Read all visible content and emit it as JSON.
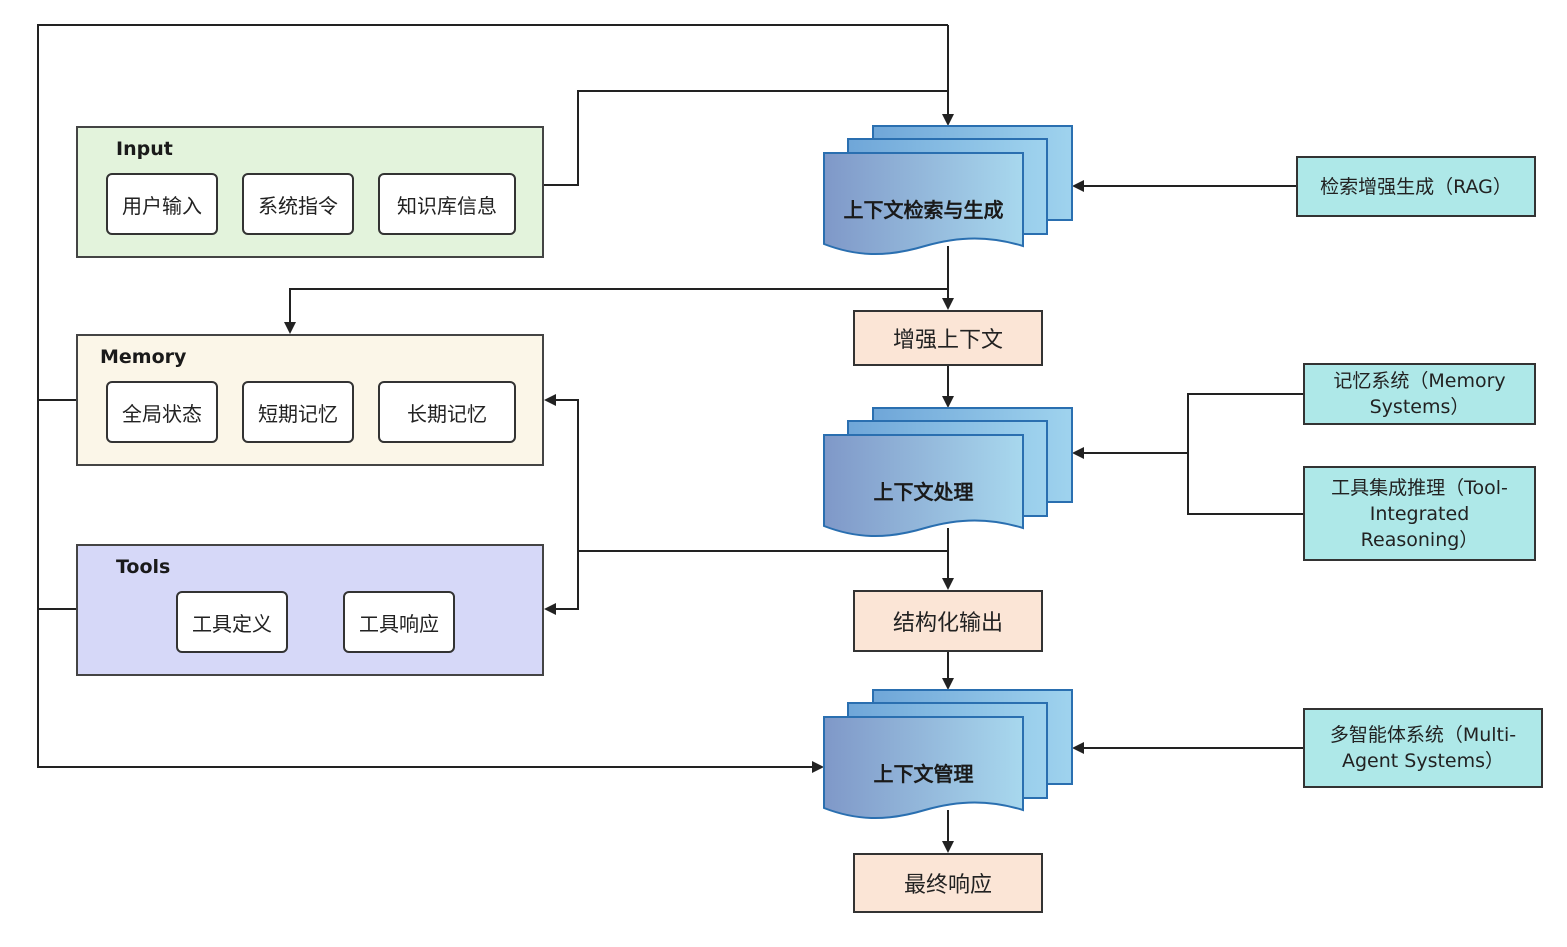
{
  "colors": {
    "input_bg": "#e3f3dc",
    "memory_bg": "#fbf6e8",
    "tools_bg": "#d6d8f8",
    "step_bg": "#fbe5d6",
    "side_bg": "#aee8e8",
    "doc_gradient_start": "#7f98c8",
    "doc_gradient_end": "#a8d8ee",
    "line": "#222222"
  },
  "groups": {
    "input": {
      "title": "Input",
      "items": [
        "用户输入",
        "系统指令",
        "知识库信息"
      ]
    },
    "memory": {
      "title": "Memory",
      "items": [
        "全局状态",
        "短期记忆",
        "长期记忆"
      ]
    },
    "tools": {
      "title": "Tools",
      "items": [
        "工具定义",
        "工具响应"
      ]
    }
  },
  "documents": {
    "retrieval": "上下文检索与生成",
    "processing": "上下文处理",
    "management": "上下文管理"
  },
  "steps": {
    "enhanced_context": "增强上下文",
    "structured_output": "结构化输出",
    "final_response": "最终响应"
  },
  "side_boxes": {
    "rag": "检索增强生成（RAG）",
    "memory_systems": "记忆系统（Memory Systems）",
    "tool_reasoning": "工具集成推理（Tool-Integrated Reasoning）",
    "multi_agent": "多智能体系统（Multi-Agent Systems）"
  }
}
